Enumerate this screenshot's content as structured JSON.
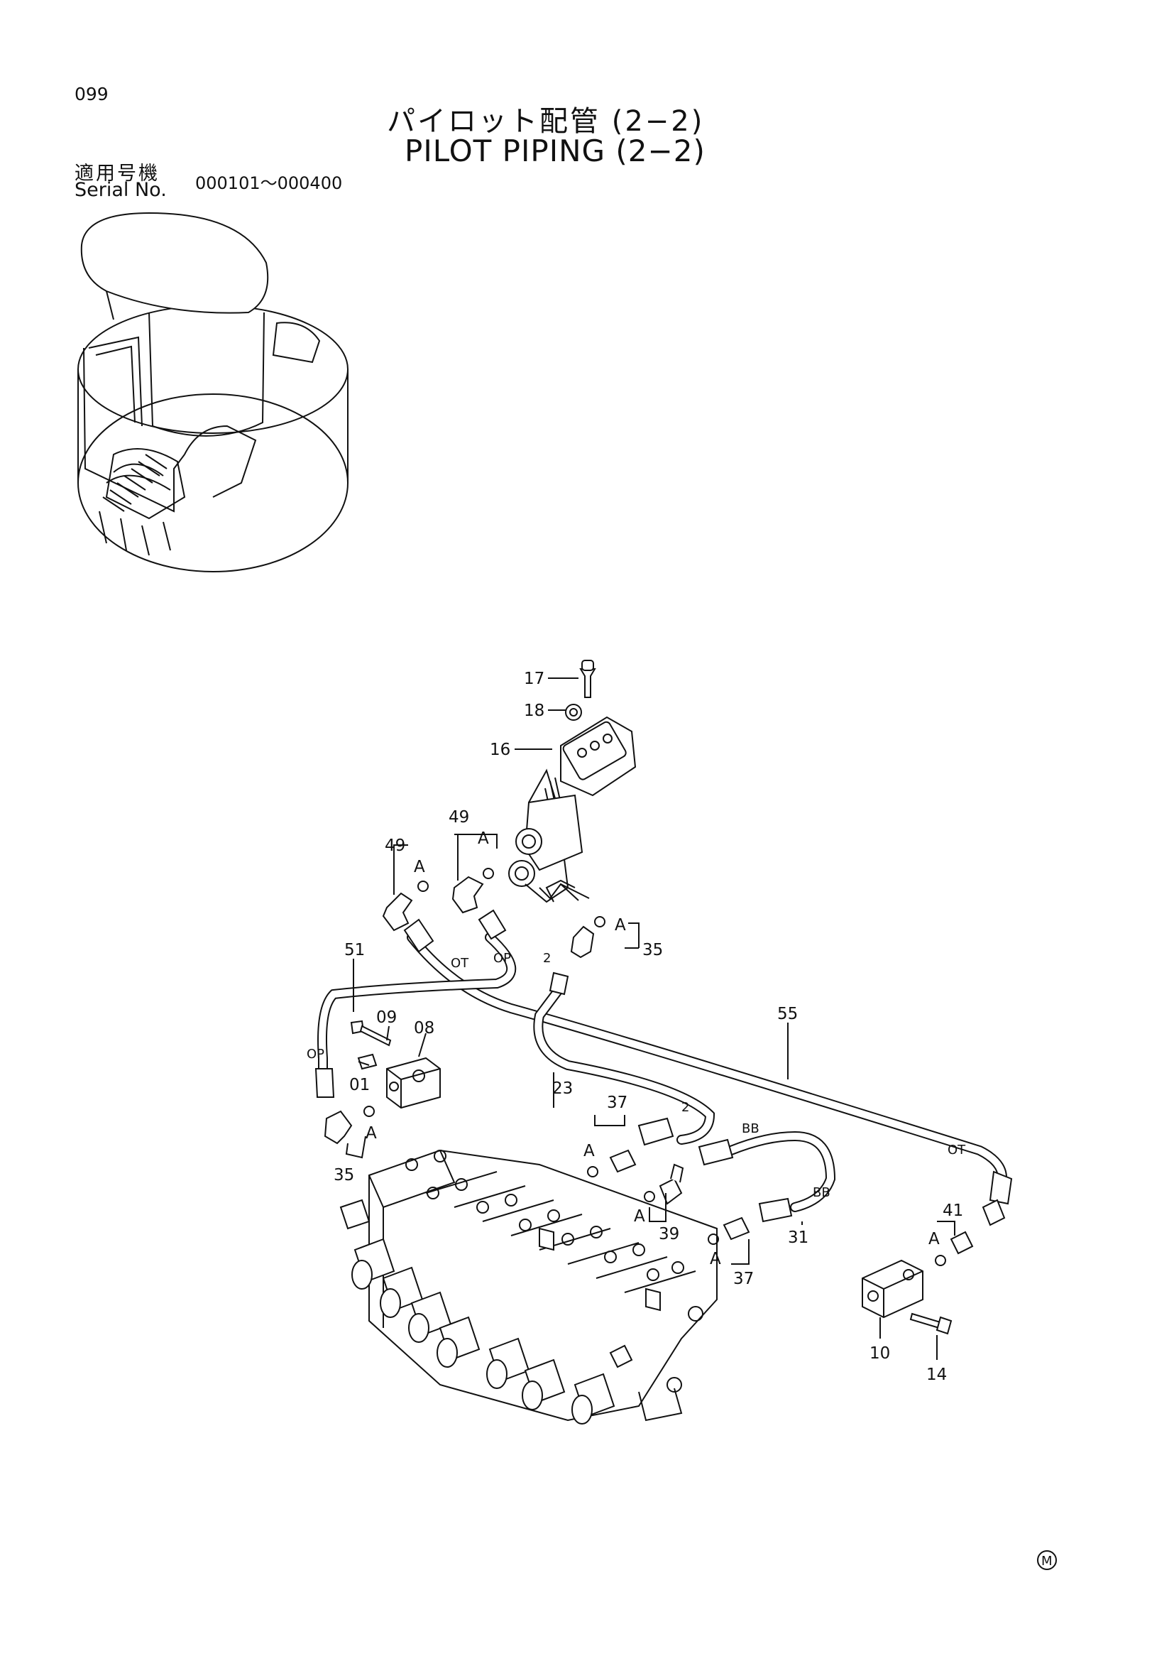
{
  "header": {
    "page_number": "099",
    "title_jp": "パイロット配管 (2−2)",
    "title_en": "PILOT PIPING (2−2)",
    "serial_label_jp": "適用号機",
    "serial_label_en": "Serial No.",
    "serial_range": "000101〜000400"
  },
  "callouts": {
    "c17": "17",
    "c18": "18",
    "c16": "16",
    "c49a": "49",
    "c49b": "49",
    "c35a": "35",
    "c35b": "35",
    "c51": "51",
    "c09": "09",
    "c08": "08",
    "c01": "01",
    "c2a": "2",
    "c2b": "2",
    "c23": "23",
    "c55": "55",
    "c37a": "37",
    "c37b": "37",
    "c39": "39",
    "c31": "31",
    "c41": "41",
    "c10": "10",
    "c14": "14"
  },
  "markers": {
    "a1": "A",
    "a2": "A",
    "a3": "A",
    "a4": "A",
    "a5": "A",
    "a6": "A",
    "a7": "A",
    "a8": "A"
  },
  "port_labels": {
    "ot1": "OT",
    "op1": "OP",
    "op2": "OP",
    "ot2": "OT",
    "bb1": "BB",
    "bb2": "BB"
  },
  "footer": {
    "mark": "M"
  }
}
